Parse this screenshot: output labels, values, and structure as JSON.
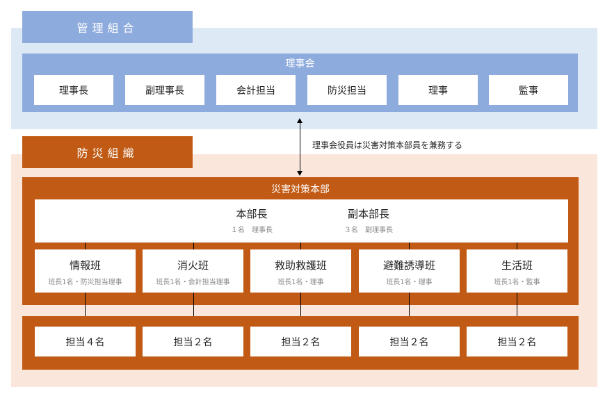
{
  "management": {
    "tab_label": "管理組合",
    "board_title": "理事会",
    "roles": [
      "理事長",
      "副理事長",
      "会計担当",
      "防災担当",
      "理事",
      "監事"
    ]
  },
  "connector_note": "理事会役員は災害対策本部員を兼務する",
  "disaster": {
    "tab_label": "防災組織",
    "hq_title": "災害対策本部",
    "leaders": [
      {
        "title": "本部長",
        "detail": "１名　理事長"
      },
      {
        "title": "副本部長",
        "detail": "３名　副理事長"
      }
    ],
    "teams": [
      {
        "name": "情報班",
        "detail": "班長1名・防災担当理事",
        "staff": "担当４名"
      },
      {
        "name": "消火班",
        "detail": "班長1名・会計担当理事",
        "staff": "担当２名"
      },
      {
        "name": "救助救護班",
        "detail": "班長1名・理事",
        "staff": "担当２名"
      },
      {
        "name": "避難誘導班",
        "detail": "班長1名・理事",
        "staff": "担当２名"
      },
      {
        "name": "生活班",
        "detail": "班長1名・監事",
        "staff": "担当２名"
      }
    ]
  },
  "colors": {
    "blue": "#8eabdd",
    "light_blue": "#dde9f5",
    "orange": "#c05a14",
    "light_orange": "#fbe6dc"
  }
}
